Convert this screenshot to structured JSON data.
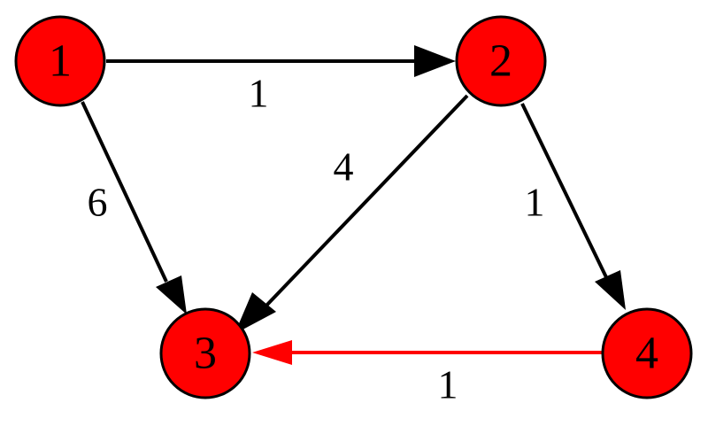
{
  "colors": {
    "node_fill": "#ff0000",
    "node_stroke": "#000000",
    "edge_default": "#000000",
    "edge_highlight": "#ff0000"
  },
  "nodes": [
    {
      "id": "1",
      "label": "1"
    },
    {
      "id": "2",
      "label": "2"
    },
    {
      "id": "3",
      "label": "3"
    },
    {
      "id": "4",
      "label": "4"
    }
  ],
  "edges": [
    {
      "from": "1",
      "to": "2",
      "weight": "1",
      "highlighted": false
    },
    {
      "from": "1",
      "to": "3",
      "weight": "6",
      "highlighted": false
    },
    {
      "from": "2",
      "to": "3",
      "weight": "4",
      "highlighted": false
    },
    {
      "from": "2",
      "to": "4",
      "weight": "1",
      "highlighted": false
    },
    {
      "from": "4",
      "to": "3",
      "weight": "1",
      "highlighted": true
    }
  ]
}
